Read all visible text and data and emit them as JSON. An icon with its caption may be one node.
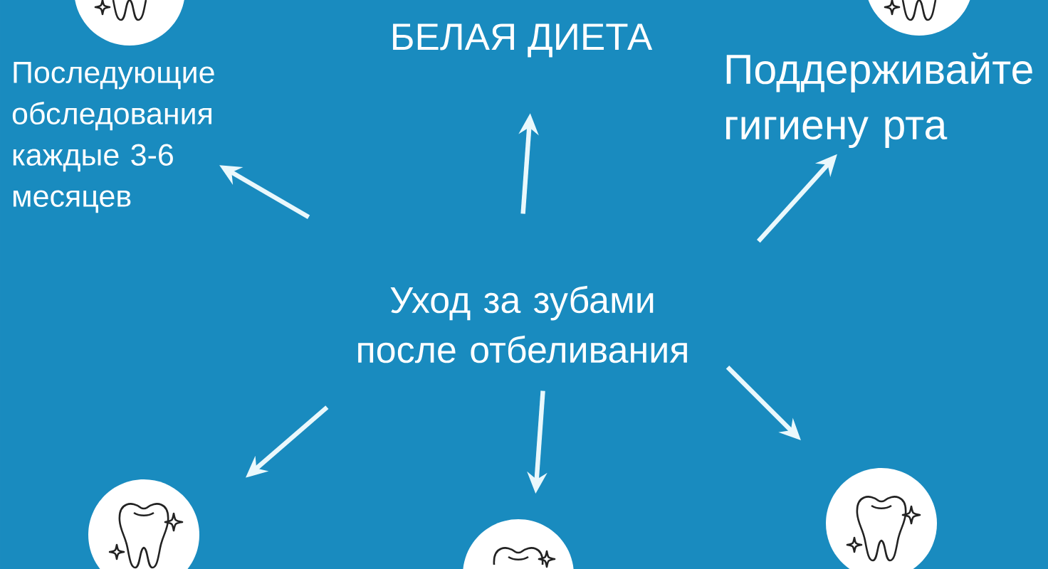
{
  "diagram": {
    "nodes": [
      {
        "text": [],
        "shape": "circle"
      },
      {
        "text": [
          "Последующие обследования каждые 3-6 месяцев"
        ]
      },
      {
        "text": [
          "БЕЛАЯ ДИЕТА"
        ]
      },
      {
        "text": [],
        "shape": "circle"
      },
      {
        "text": [
          "Поддерживайте гигиену рта"
        ]
      },
      {
        "text": [
          "Уход за зубами после отбеливания"
        ]
      },
      {
        "text": [],
        "shape": "circle"
      },
      {
        "text": [],
        "shape": "circle"
      },
      {
        "text": [],
        "shape": "circle"
      }
    ],
    "edges": [
      {
        "from": 5,
        "to": 1,
        "arrow": "to"
      },
      {
        "from": 5,
        "to": 2,
        "arrow": "to"
      },
      {
        "from": 5,
        "to": 4,
        "arrow": "to"
      },
      {
        "from": 5,
        "to": 6,
        "arrow": "to"
      },
      {
        "from": 5,
        "to": 7,
        "arrow": "to"
      },
      {
        "from": 5,
        "to": 8,
        "arrow": "to"
      }
    ]
  }
}
